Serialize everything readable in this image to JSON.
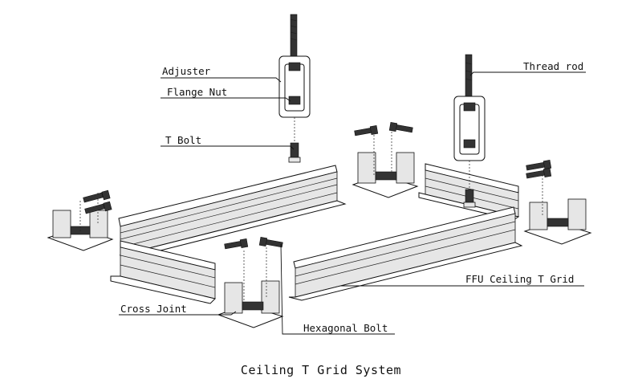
{
  "labels": {
    "adjuster": "Adjuster",
    "flange_nut": "Flange Nut",
    "t_bolt": "T Bolt",
    "thread_rod": "Thread rod",
    "ffu_ceiling_t_grid": "FFU Ceiling T Grid",
    "cross_joint": "Cross Joint",
    "hexagonal_bolt": "Hexagonal Bolt"
  },
  "caption": "Ceiling T Grid System"
}
